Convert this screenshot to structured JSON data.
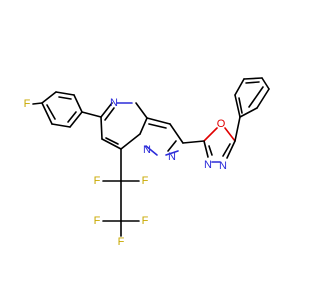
{
  "molecule": {
    "colors": {
      "bond": "#000000",
      "nitrogen": "#2b2bd9",
      "oxygen": "#e00000",
      "fluorine": "#c8a800",
      "background": "#ffffff"
    },
    "atom_labels": {
      "f_para": "F",
      "n_pyrimidine": "N",
      "n_bridge": "N",
      "n_pyrazole": "N",
      "o_oxadiazole": "O",
      "n_oxadiazole_1": "N",
      "n_oxadiazole_2": "N",
      "f_cf2_left": "F",
      "f_cf2_right": "F",
      "f_cf3_left": "F",
      "f_cf3_center": "F",
      "f_cf3_right": "F"
    }
  }
}
